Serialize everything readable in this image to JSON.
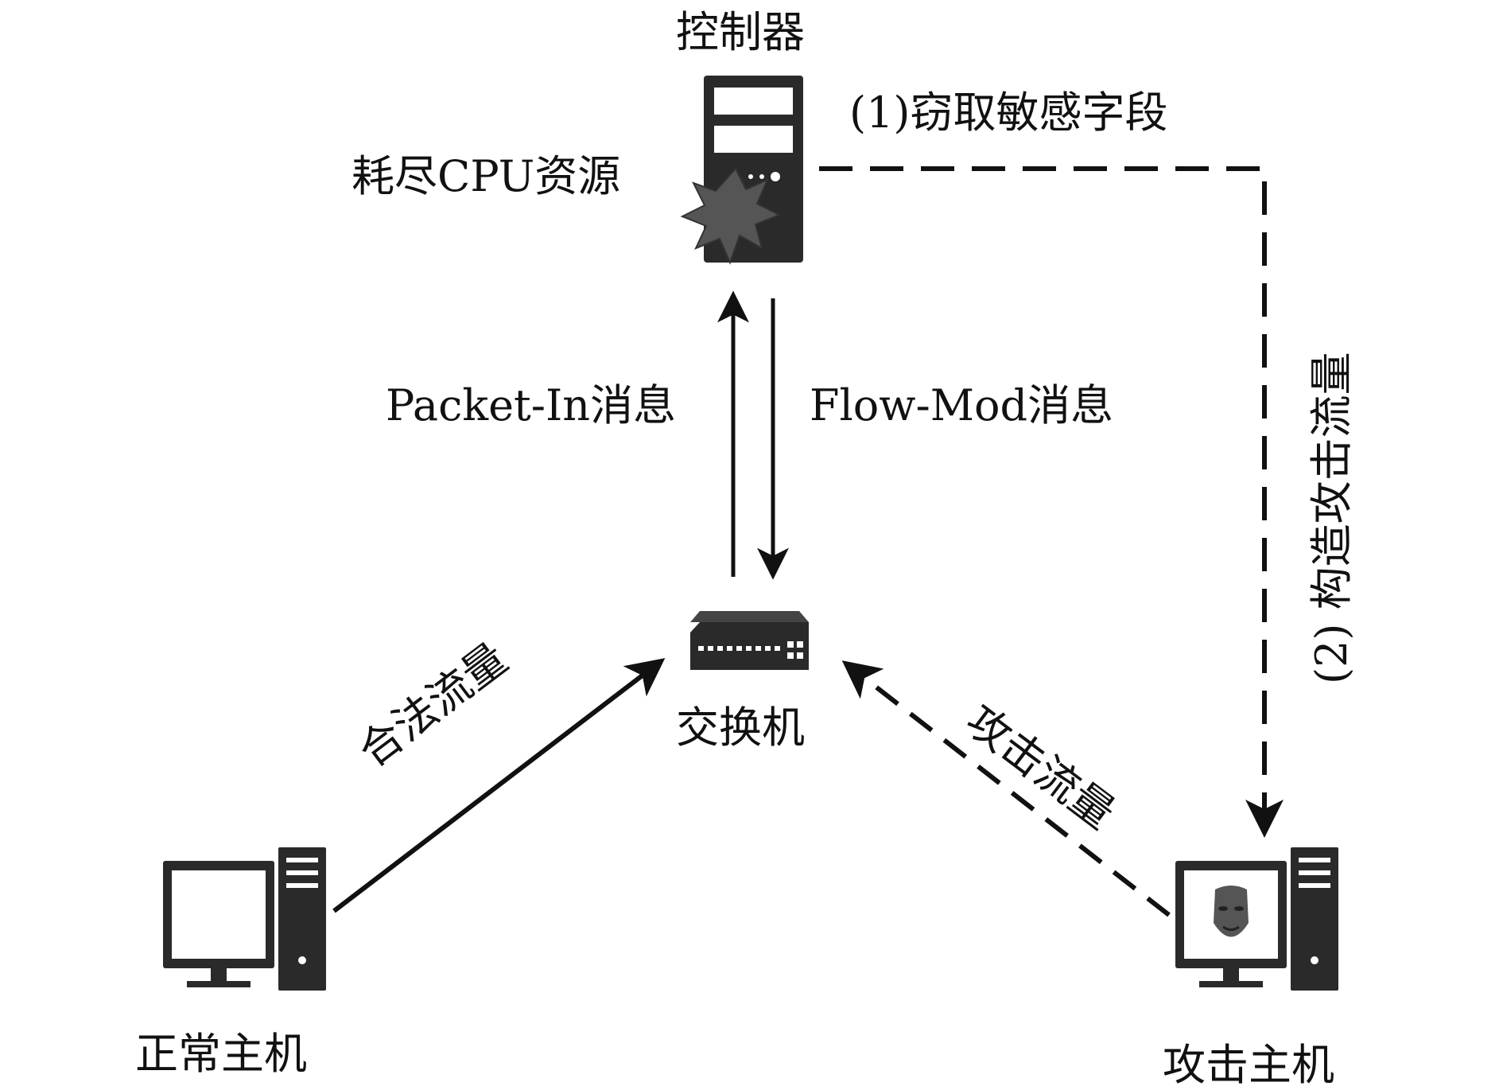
{
  "nodes": {
    "controller": "控制器",
    "switch": "交换机",
    "normal_host": "正常主机",
    "attack_host": "攻击主机"
  },
  "labels": {
    "steal_fields": "(1)窃取敏感字段",
    "exhaust_cpu": "耗尽CPU资源",
    "packet_in": "Packet-In消息",
    "flow_mod": "Flow-Mod消息",
    "craft_attack_traffic": "(2) 构造攻击流量",
    "legit_traffic": "合法流量",
    "attack_traffic": "攻击流量"
  },
  "icons": {
    "controller": "server-icon",
    "switch": "network-switch-icon",
    "normal_host": "desktop-computer-icon",
    "attack_host": "attacker-computer-icon",
    "explosion": "explosion-icon"
  },
  "colors": {
    "ink": "#111111",
    "device_dark": "#2a2a2a",
    "explosion": "#555555"
  }
}
